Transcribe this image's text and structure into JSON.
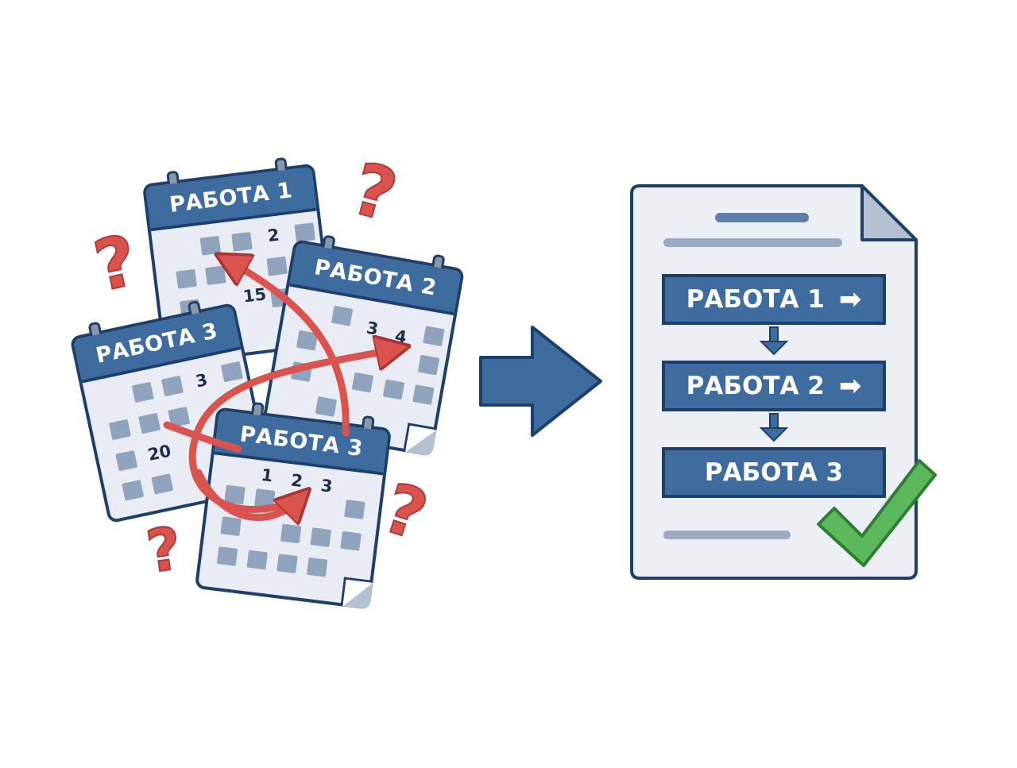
{
  "left_panel": {
    "calendars": [
      {
        "title": "РАБОТА 1",
        "numbers": [
          "2",
          "15"
        ]
      },
      {
        "title": "РАБОТА 2",
        "numbers": [
          "3",
          "4"
        ]
      },
      {
        "title": "РАБОТА 3",
        "numbers": [
          "3",
          "20"
        ]
      },
      {
        "title": "РАБОТА 3",
        "numbers": [
          "1",
          "2",
          "3"
        ]
      }
    ],
    "question_mark": "?"
  },
  "right_panel": {
    "steps": [
      {
        "label": "РАБОТА 1",
        "arrow": "➡"
      },
      {
        "label": "РАБОТА 2",
        "arrow": "➡"
      },
      {
        "label": "РАБОТА 3"
      }
    ]
  },
  "colors": {
    "navy": "#1f3f6b",
    "blue": "#3f6c9e",
    "red": "#d9534f",
    "green": "#5cb85c"
  }
}
